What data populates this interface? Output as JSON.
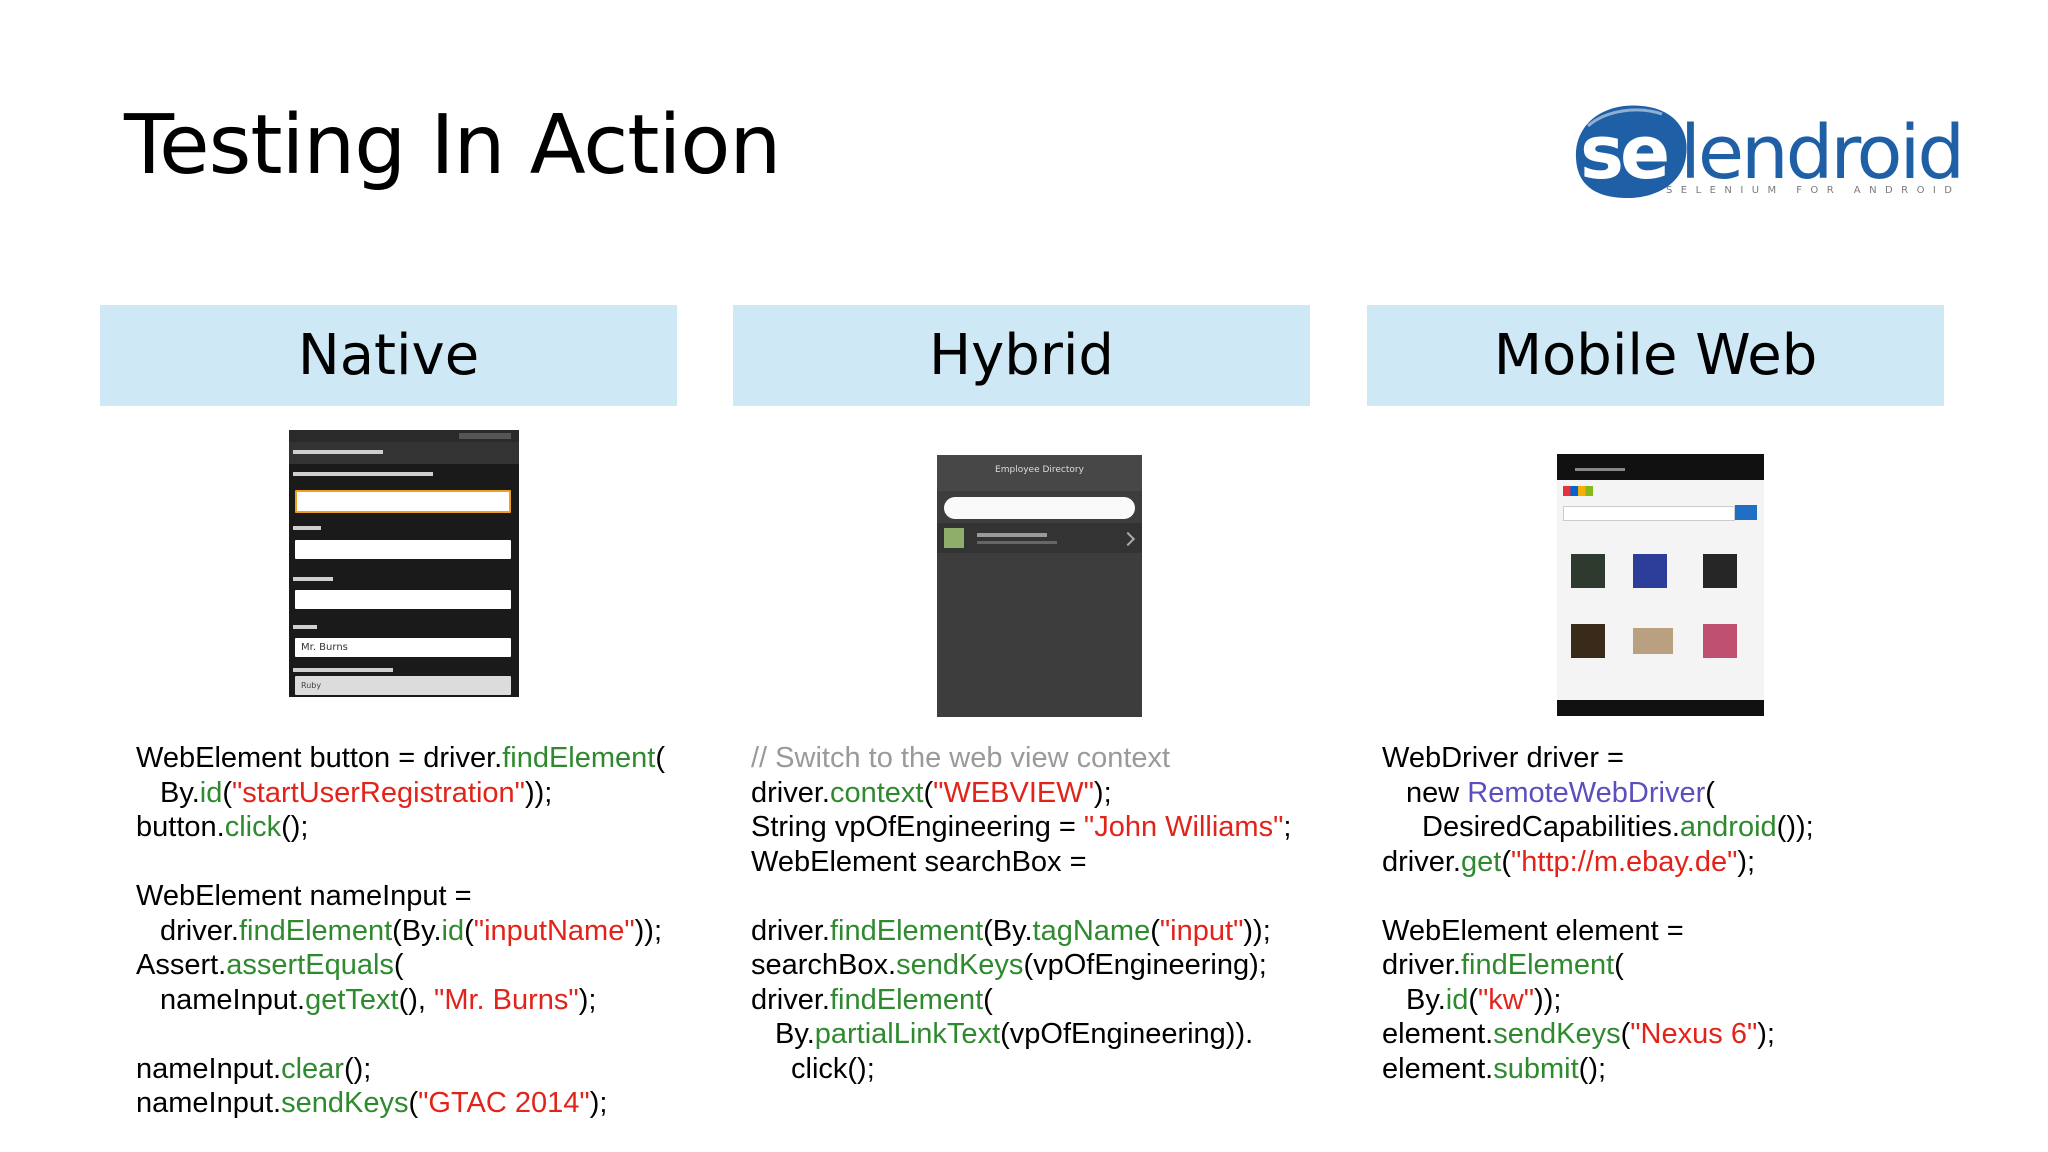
{
  "slide": {
    "title": "Testing In Action"
  },
  "logo": {
    "text_se": "se",
    "text_lendroid": "lendroid",
    "tagline": "SELENIUM FOR ANDROID",
    "colors": {
      "blue": "#1f5fa6",
      "text": "#1f5fa6",
      "tagline": "#7a7a7a"
    }
  },
  "colors": {
    "header_bg": "#cfe8f6",
    "method": "#2f8a2f",
    "string": "#e2231a",
    "class": "#5a4fbf",
    "comment": "#9a9a9a"
  },
  "columns": [
    {
      "header": "Native",
      "screenshot": {
        "name_field_value": "Mr. Burns",
        "language_value": "Ruby"
      },
      "code": [
        [
          {
            "t": "WebElement button = driver."
          },
          {
            "t": "findElement",
            "c": "m"
          },
          {
            "t": "("
          }
        ],
        [
          {
            "t": "By."
          },
          {
            "t": "id",
            "c": "m"
          },
          {
            "t": "("
          },
          {
            "t": "\"startUserRegistration\"",
            "c": "s"
          },
          {
            "t": "));"
          }
        ],
        [
          {
            "t": "button."
          },
          {
            "t": "click",
            "c": "m"
          },
          {
            "t": "();"
          }
        ],
        [],
        [
          {
            "t": "WebElement nameInput ="
          }
        ],
        [
          {
            "t": "driver."
          },
          {
            "t": "findElement",
            "c": "m"
          },
          {
            "t": "(By."
          },
          {
            "t": "id",
            "c": "m"
          },
          {
            "t": "("
          },
          {
            "t": "\"inputName\"",
            "c": "s"
          },
          {
            "t": "));"
          }
        ],
        [
          {
            "t": "Assert."
          },
          {
            "t": "assertEquals",
            "c": "m"
          },
          {
            "t": "("
          }
        ],
        [
          {
            "t": "nameInput."
          },
          {
            "t": "getText",
            "c": "m"
          },
          {
            "t": "(), "
          },
          {
            "t": "\"Mr. Burns\"",
            "c": "s"
          },
          {
            "t": ");"
          }
        ],
        [],
        [
          {
            "t": "nameInput."
          },
          {
            "t": "clear",
            "c": "m"
          },
          {
            "t": "();"
          }
        ],
        [
          {
            "t": "nameInput."
          },
          {
            "t": "sendKeys",
            "c": "m"
          },
          {
            "t": "("
          },
          {
            "t": "\"GTAC 2014\"",
            "c": "s"
          },
          {
            "t": ");"
          }
        ]
      ]
    },
    {
      "header": "Hybrid",
      "screenshot": {
        "title": "Employee Directory"
      },
      "code": [
        [
          {
            "t": "// Switch to the web view context",
            "c": "c"
          }
        ],
        [
          {
            "t": "driver."
          },
          {
            "t": "context",
            "c": "m"
          },
          {
            "t": "("
          },
          {
            "t": "\"WEBVIEW\"",
            "c": "s"
          },
          {
            "t": ");"
          }
        ],
        [
          {
            "t": "String vpOfEngineering = "
          },
          {
            "t": "\"John Williams\"",
            "c": "s"
          },
          {
            "t": ";"
          }
        ],
        [
          {
            "t": "WebElement searchBox ="
          }
        ],
        [],
        [
          {
            "t": "driver."
          },
          {
            "t": "findElement",
            "c": "m"
          },
          {
            "t": "(By."
          },
          {
            "t": "tagName",
            "c": "m"
          },
          {
            "t": "("
          },
          {
            "t": "\"input\"",
            "c": "s"
          },
          {
            "t": "));"
          }
        ],
        [
          {
            "t": "searchBox."
          },
          {
            "t": "sendKeys",
            "c": "m"
          },
          {
            "t": "(vpOfEngineering);"
          }
        ],
        [
          {
            "t": "driver."
          },
          {
            "t": "findElement",
            "c": "m"
          },
          {
            "t": "("
          }
        ],
        [
          {
            "t": "By."
          },
          {
            "t": "partialLinkText",
            "c": "m"
          },
          {
            "t": "(vpOfEngineering))."
          }
        ],
        [
          {
            "t": "click();"
          }
        ]
      ]
    },
    {
      "header": "Mobile Web",
      "screenshot": {
        "site": "ebay"
      },
      "code": [
        [
          {
            "t": "WebDriver driver ="
          }
        ],
        [
          {
            "t": "new "
          },
          {
            "t": "RemoteWebDriver",
            "c": "k"
          },
          {
            "t": "("
          }
        ],
        [
          {
            "t": "DesiredCapabilities."
          },
          {
            "t": "android",
            "c": "m"
          },
          {
            "t": "());"
          }
        ],
        [
          {
            "t": "driver."
          },
          {
            "t": "get",
            "c": "m"
          },
          {
            "t": "("
          },
          {
            "t": "\"http://m.ebay.de\"",
            "c": "s"
          },
          {
            "t": ");"
          }
        ],
        [],
        [
          {
            "t": "WebElement element ="
          }
        ],
        [
          {
            "t": "driver."
          },
          {
            "t": "findElement",
            "c": "m"
          },
          {
            "t": "("
          }
        ],
        [
          {
            "t": "By."
          },
          {
            "t": "id",
            "c": "m"
          },
          {
            "t": "("
          },
          {
            "t": "\"kw\"",
            "c": "s"
          },
          {
            "t": "));"
          }
        ],
        [
          {
            "t": "element."
          },
          {
            "t": "sendKeys",
            "c": "m"
          },
          {
            "t": "("
          },
          {
            "t": "\"Nexus 6\"",
            "c": "s"
          },
          {
            "t": ");"
          }
        ],
        [
          {
            "t": "element."
          },
          {
            "t": "submit",
            "c": "m"
          },
          {
            "t": "();"
          }
        ]
      ]
    }
  ]
}
